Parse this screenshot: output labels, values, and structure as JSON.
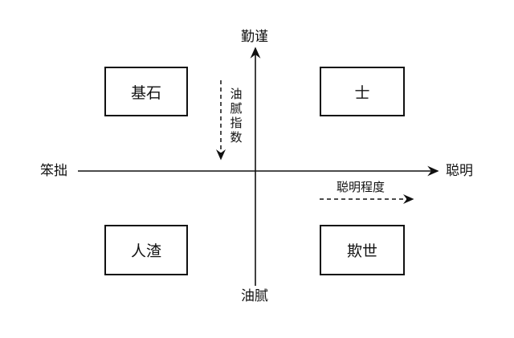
{
  "axes": {
    "top": "勤谨",
    "bottom": "油腻",
    "left": "笨拙",
    "right": "聪明"
  },
  "quadrants": {
    "top_left": "基石",
    "top_right": "士",
    "bottom_left": "人渣",
    "bottom_right": "欺世"
  },
  "indicators": {
    "vertical": "油腻指数",
    "horizontal": "聪明程度"
  }
}
